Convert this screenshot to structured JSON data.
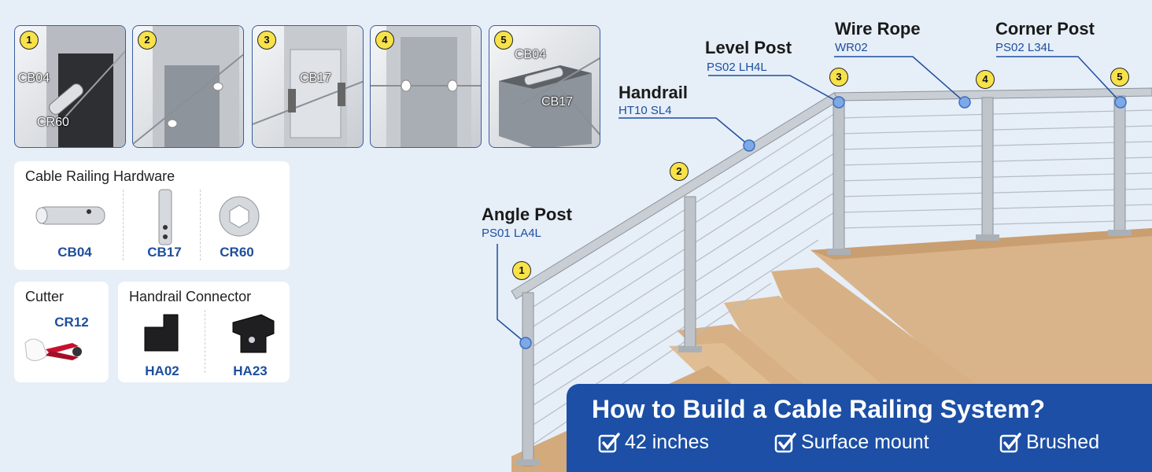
{
  "thumbnails": [
    {
      "number": "1",
      "labels": [
        "CB04",
        "CR60"
      ]
    },
    {
      "number": "2",
      "labels": []
    },
    {
      "number": "3",
      "labels": [
        "CB17"
      ]
    },
    {
      "number": "4",
      "labels": []
    },
    {
      "number": "5",
      "labels": [
        "CB04",
        "CB17"
      ]
    }
  ],
  "hardware": {
    "title": "Cable Railing Hardware",
    "items": [
      "CB04",
      "CB17",
      "CR60"
    ]
  },
  "cutter": {
    "title": "Cutter",
    "code": "CR12"
  },
  "connector": {
    "title": "Handrail Connector",
    "items": [
      "HA02",
      "HA23"
    ]
  },
  "callouts": [
    {
      "number": "1",
      "name": "Angle Post",
      "code": "PS01 LA4L"
    },
    {
      "number": "2",
      "name": "Handrail",
      "code": "HT10 SL4"
    },
    {
      "number": "3",
      "name": "Level Post",
      "code": "PS02 LH4L"
    },
    {
      "number": "4",
      "name": "Wire Rope",
      "code": "WR02"
    },
    {
      "number": "5",
      "name": "Corner Post",
      "code": "PS02 L34L"
    }
  ],
  "banner": {
    "title": "How to Build a Cable Railing System?",
    "features": [
      "42 inches",
      "Surface mount",
      "Brushed"
    ]
  },
  "colors": {
    "background": "#e6eef8",
    "accent_blue": "#1d4e9e",
    "banner_blue": "#1c4fa5",
    "badge_yellow": "#f7e24a",
    "wood": "#d9b48a"
  },
  "icons": {
    "feature_check": "checkbox-check-icon",
    "callout_point": "blue-dot-icon"
  }
}
